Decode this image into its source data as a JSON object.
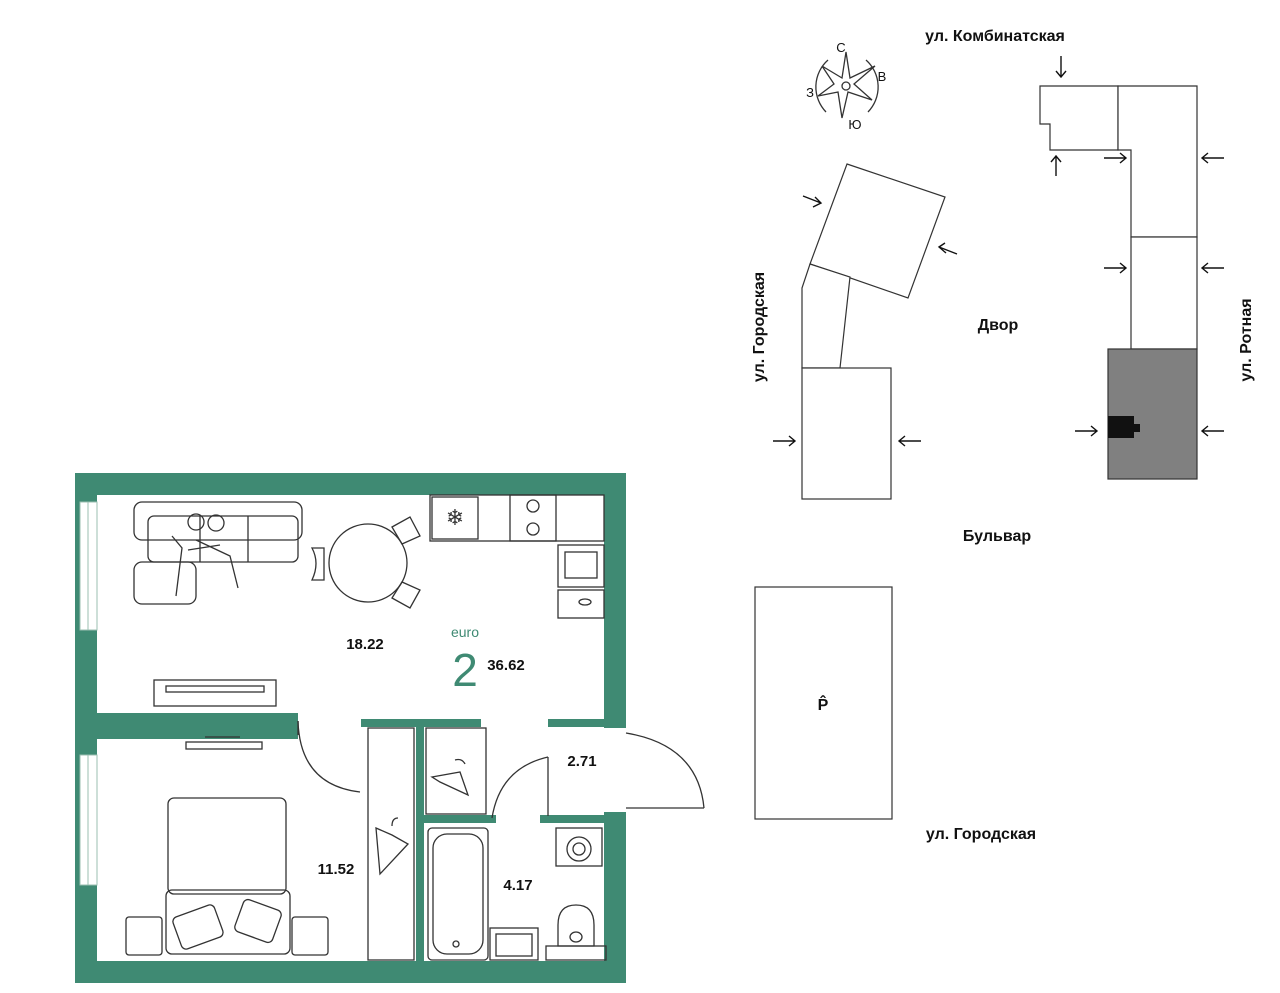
{
  "plan": {
    "rooms_count": "2",
    "class_label": "euro",
    "total_area": "36.62",
    "areas": {
      "living_kitchen": "18.22",
      "bedroom": "11.52",
      "hall": "2.71",
      "bathroom": "4.17"
    },
    "colors": {
      "wall": "#3f8a73",
      "highlight": "#808080"
    }
  },
  "site": {
    "compass": {
      "n": "С",
      "e": "В",
      "w": "З",
      "s": "Ю"
    },
    "streets": {
      "top": "ул. Комбинатская",
      "left": "ул. Городская",
      "right": "ул. Ротная",
      "bottom": "ул. Городская"
    },
    "yard": "Двор",
    "boulevard": "Бульвар",
    "parking": "P̂"
  }
}
